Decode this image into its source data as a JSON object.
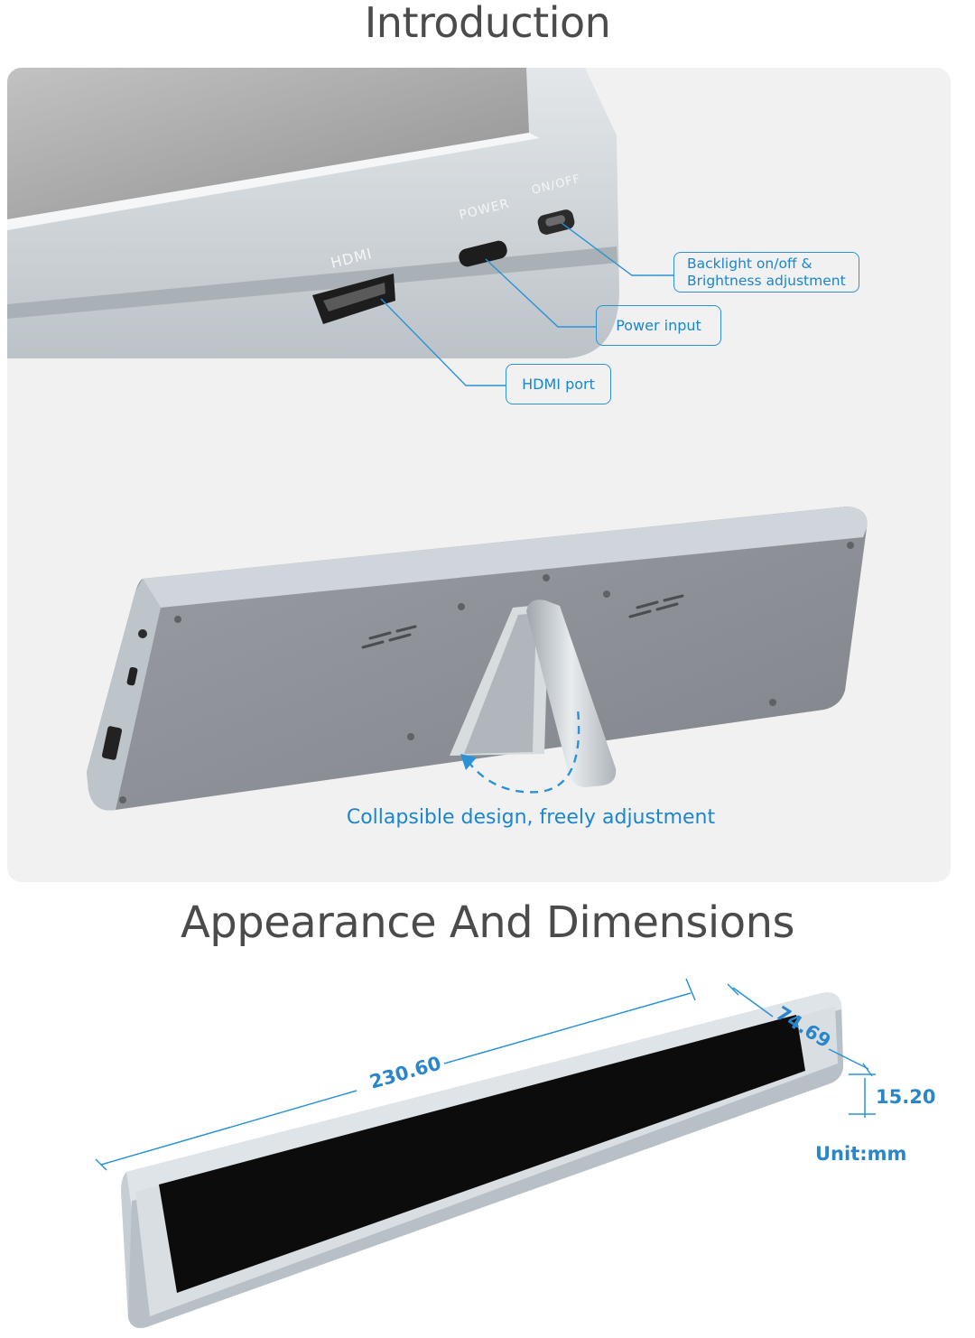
{
  "sections": {
    "intro_title": "Introduction",
    "dims_title": "Appearance And Dimensions"
  },
  "device_labels": {
    "hdmi": "HDMI",
    "power": "POWER",
    "onoff": "ON/OFF"
  },
  "callouts": {
    "backlight_line1": "Backlight on/off &",
    "backlight_line2": "Brightness adjustment",
    "power_input": "Power input",
    "hdmi_port": "HDMI port",
    "collapsible": "Collapsible design, freely adjustment"
  },
  "dimensions": {
    "length": "230.60",
    "width": "74.69",
    "thickness": "15.20",
    "unit": "Unit:mm"
  },
  "colors": {
    "accent": "#2a93d5",
    "heading": "#4b4b4b",
    "panel_bg": "#f1f1f1",
    "aluminum": "#c8ced4",
    "screen": "#0c0c0c"
  }
}
